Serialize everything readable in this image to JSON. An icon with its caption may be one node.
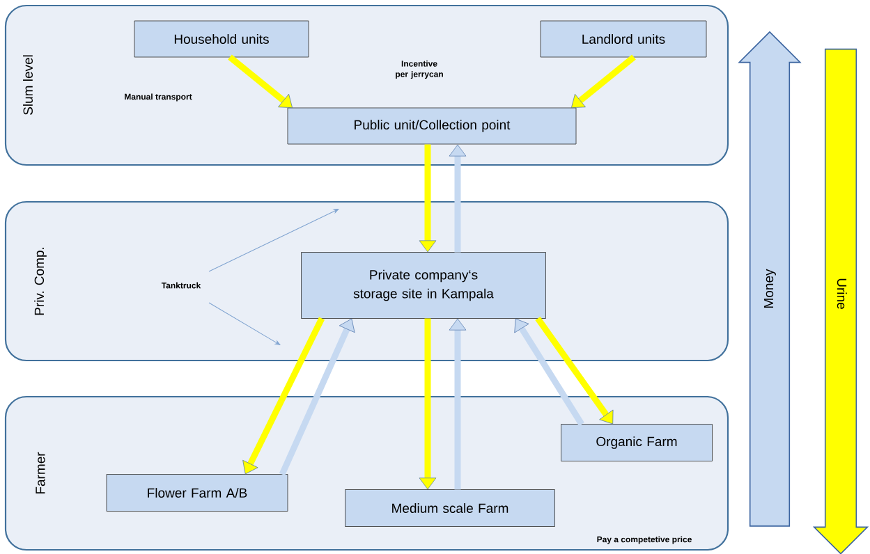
{
  "diagram": {
    "nodes": [
      {
        "text": [
          "Slum level"
        ]
      },
      {
        "text": [
          "Household units"
        ],
        "in": 0
      },
      {
        "text": [
          "Landlord units"
        ],
        "in": 0
      },
      {
        "text": [
          "Public unit/Collection point"
        ],
        "in": 0
      },
      {
        "text": [
          "Priv. Comp."
        ]
      },
      {
        "text": [
          "Tanktruck"
        ],
        "in": 4
      },
      {
        "text": [
          "Private company‘s storage site in Kampala"
        ],
        "in": 4
      },
      {
        "text": [
          "Farmer"
        ]
      },
      {
        "text": [
          "Organic Farm"
        ],
        "in": 7
      },
      {
        "text": [
          "Flower Farm A/B"
        ],
        "in": 7
      },
      {
        "text": [
          "Medium scale Farm"
        ],
        "in": 7
      }
    ],
    "edges": [
      {
        "from": 1,
        "to": 3,
        "arrow": "to"
      },
      {
        "from": 2,
        "to": 3,
        "arrow": "to"
      },
      {
        "from": 3,
        "to": 6,
        "arrow": "to"
      },
      {
        "from": 6,
        "to": 3,
        "arrow": "to",
        "color": "#c6d9f1"
      },
      {
        "from": 6,
        "to": 9,
        "arrow": "to"
      },
      {
        "from": 9,
        "to": 6,
        "arrow": "to",
        "color": "#c6d9f1"
      },
      {
        "from": 6,
        "to": 10,
        "arrow": "to"
      },
      {
        "from": 10,
        "to": 6,
        "arrow": "to",
        "color": "#c6d9f1"
      },
      {
        "from": 8,
        "to": 6,
        "arrow": "to",
        "color": "#c6d9f1"
      },
      {
        "from": 6,
        "to": 8,
        "arrow": "to"
      },
      {
        "from": 5,
        "to": null,
        "arrow": "to",
        "color": "#7fa3d0"
      },
      {
        "from": 5,
        "to": null,
        "arrow": "to",
        "color": "#7fa3d0"
      }
    ],
    "labels": [
      "Manual transport",
      "Incentive per jerrycan",
      "Money",
      "Urine",
      "Pay a competetive price"
    ]
  }
}
